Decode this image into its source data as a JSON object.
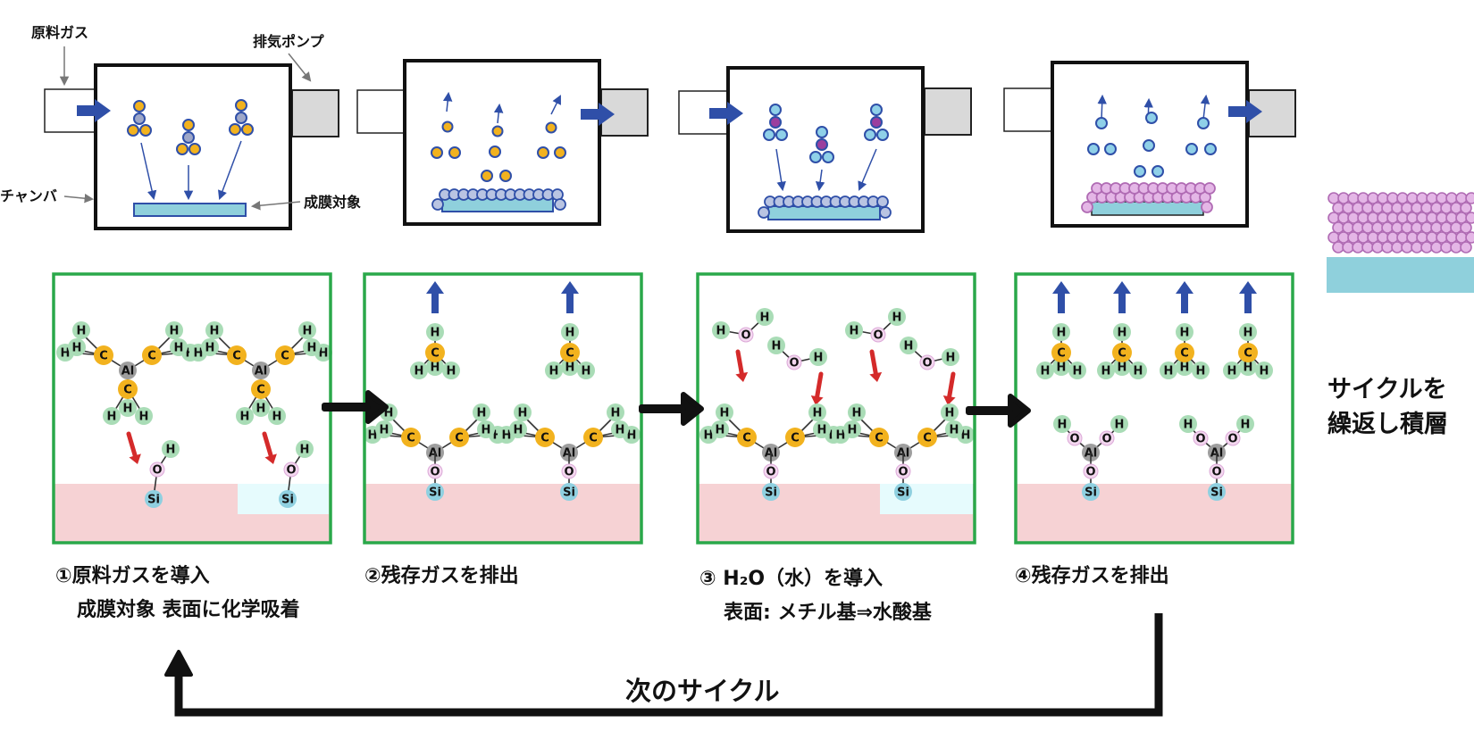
{
  "labels": {
    "source_gas": "原料ガス",
    "exhaust_pump": "排気ポンプ",
    "chamber": "チャンバ",
    "target": "成膜対象",
    "repeat_line1": "サイクルを",
    "repeat_line2": "繰返し積層",
    "next_cycle": "次のサイクル"
  },
  "steps": [
    {
      "line1": "①原料ガスを導入",
      "line2": "成膜対象 表面に化学吸着"
    },
    {
      "line1": "②残存ガスを排出",
      "line2": ""
    },
    {
      "line1": "③ H₂O（水）を導入",
      "line2": "表面: メチル基⇒水酸基"
    },
    {
      "line1": "④残存ガスを排出",
      "line2": ""
    }
  ],
  "atoms": {
    "H": "H",
    "C": "C",
    "O": "O",
    "Al": "Al",
    "Si": "Si"
  },
  "colors": {
    "chamber_border": "#111111",
    "step_border": "#2aa84a",
    "flow_arrow": "#2f4fa8",
    "react_arrow": "#d42a2a",
    "h_atom": "#a9dcb6",
    "c_atom": "#f2b21e",
    "al_atom": "#9e9e9e",
    "o_atom": "#f3d7ef",
    "si_atom": "#8fd0e0",
    "substrate_pink": "#f6d2d4",
    "substrate_cyan": "#8fd0dc",
    "film_purple": "#b06bb4",
    "gas_yellow": "#f2b21e",
    "gas_blue": "#8fd0e8"
  }
}
